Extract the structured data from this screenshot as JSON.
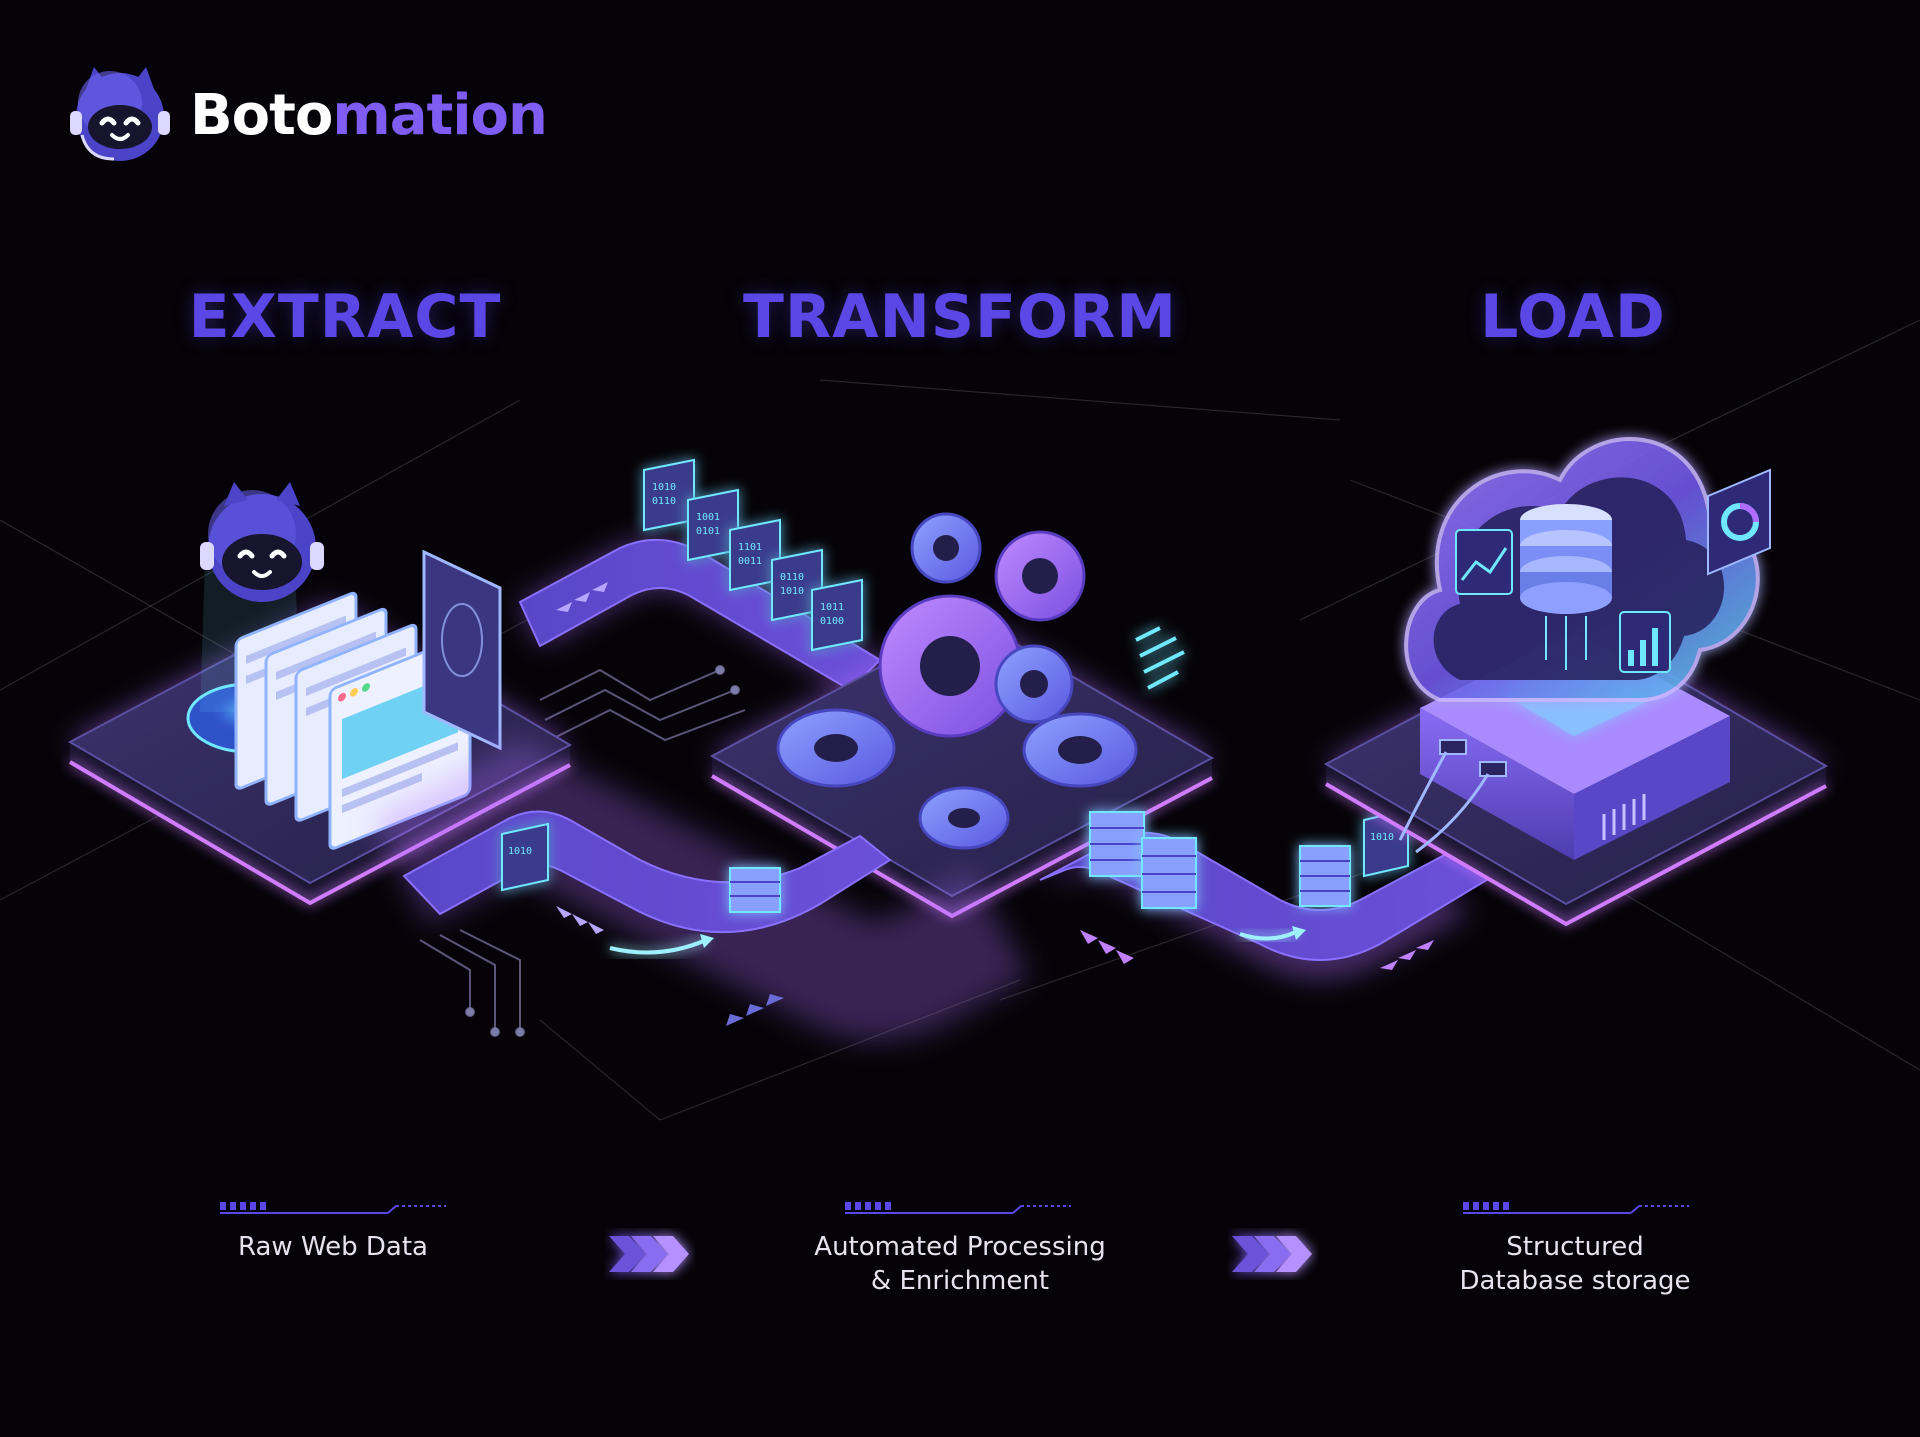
{
  "brand": {
    "name_part1": "Boto",
    "name_part2": "mation",
    "logo_icon": "robot-head-icon"
  },
  "stages": [
    {
      "id": "extract",
      "title": "EXTRACT",
      "caption_line1": "Raw Web Data",
      "caption_line2": ""
    },
    {
      "id": "transform",
      "title": "TRANSFORM",
      "caption_line1": "Automated Processing",
      "caption_line2": "& Enrichment"
    },
    {
      "id": "load",
      "title": "LOAD",
      "caption_line1": "Structured",
      "caption_line2": "Database storage"
    }
  ],
  "colors": {
    "background": "#050308",
    "title_purple": "#5b47e6",
    "brand_accent": "#7f5cf2",
    "neon_violet": "#b06cff",
    "cyan_glow": "#5fe6ff",
    "platform_top": "#3a2f6e",
    "path_fill": "#4a3fa6"
  },
  "icons": [
    "robot-head-icon",
    "browser-window-icon",
    "data-card-icon",
    "gear-icon",
    "database-icon",
    "cloud-icon",
    "chart-icon",
    "chevron-right-icon",
    "chevron-left-icon"
  ]
}
